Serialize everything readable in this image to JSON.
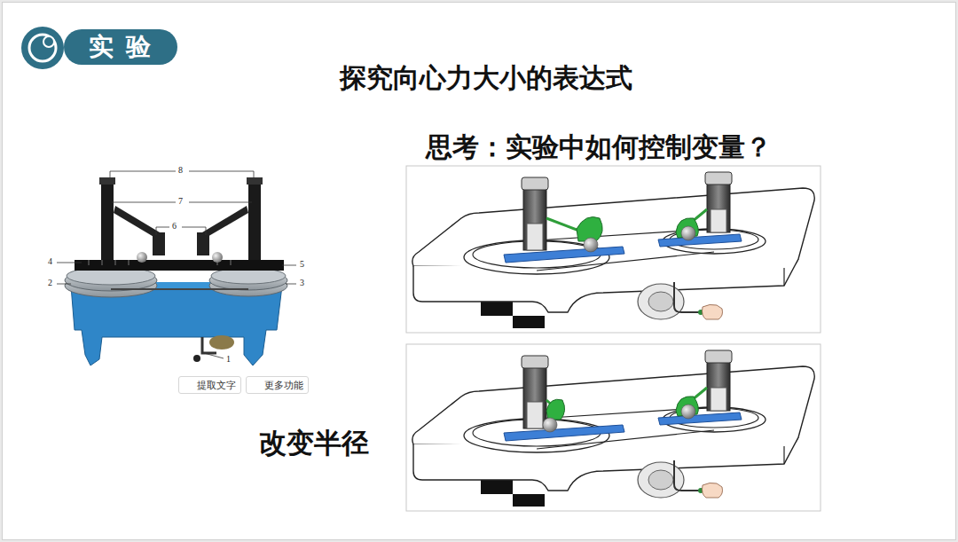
{
  "diagram": {
    "title": "探究向心力大小的表达式",
    "nodes": [
      {
        "text": [
          "实 验"
        ]
      },
      {
        "text": [
          "提取文字"
        ]
      },
      {
        "text": [
          "更多功能"
        ]
      }
    ],
    "labels": [
      "思考：实验中如何控制变量？",
      "改变半径",
      "8",
      "7",
      "6",
      "4",
      "5",
      "2",
      "3",
      "1"
    ]
  }
}
